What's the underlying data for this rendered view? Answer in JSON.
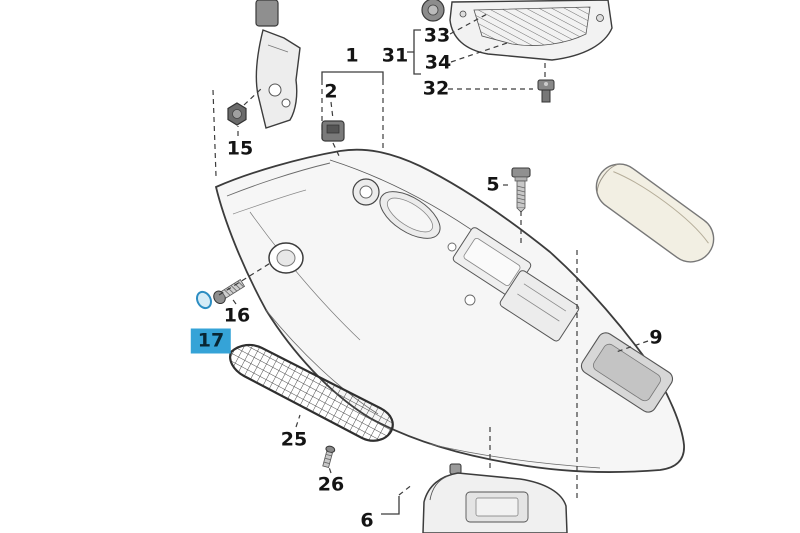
{
  "diagram": {
    "type": "exploded-parts-diagram",
    "subject": "vehicle-center-console-assembly",
    "background_color": "#ffffff",
    "line_color": "#3c3c3c",
    "highlight_color": "#35a3d7",
    "highlighted_part_color": "#2c8dc2",
    "selected_part": "17",
    "labels": {
      "1": {
        "text": "1"
      },
      "2": {
        "text": "2"
      },
      "5": {
        "text": "5"
      },
      "6": {
        "text": "6"
      },
      "9": {
        "text": "9"
      },
      "15": {
        "text": "15"
      },
      "16": {
        "text": "16"
      },
      "17": {
        "text": "17"
      },
      "25": {
        "text": "25"
      },
      "26": {
        "text": "26"
      },
      "31": {
        "text": "31"
      },
      "32": {
        "text": "32"
      },
      "33": {
        "text": "33"
      },
      "34": {
        "text": "34"
      }
    }
  }
}
